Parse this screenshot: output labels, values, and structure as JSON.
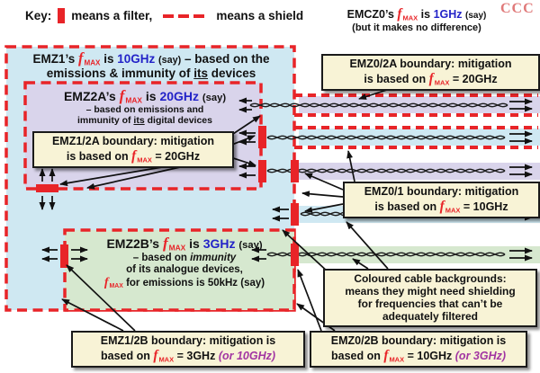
{
  "key": {
    "label": "Key:",
    "filter": "means a filter,",
    "shield": "means a shield"
  },
  "emcz0": {
    "name": "EMCZ0’s",
    "f": "f",
    "fsub": "MAX",
    "is": "is",
    "freq": "1GHz",
    "say": "(say)",
    "note": "(but it makes no difference)"
  },
  "logo": "CCC",
  "zones": {
    "emz1": {
      "name": "EMZ1’s",
      "f": "f",
      "fsub": "MAX",
      "is": "is",
      "freq": "10GHz",
      "say": "(say)",
      "tail": "– based on the",
      "l2a": "emissions & immunity of",
      "its": "its",
      "l2b": "devices"
    },
    "emz2a": {
      "name": "EMZ2A’s",
      "f": "f",
      "fsub": "MAX",
      "is": "is",
      "freq": "20GHz",
      "say": "(say)",
      "l2": "– based on emissions and",
      "l3a": "immunity of",
      "its": "its",
      "l3b": "digital devices"
    },
    "emz2b": {
      "name": "EMZ2B’s",
      "f": "f",
      "fsub": "MAX",
      "is": "is",
      "freq": "3GHz",
      "say": "(say)",
      "l2a": "– based on",
      "imm": "immunity",
      "l3": "of its analogue devices,",
      "l4f": "f",
      "l4sub": "MAX",
      "l4": "for emissions is 50kHz (say)"
    }
  },
  "labels": {
    "emz0_2a": {
      "l1": "EMZ0/2A boundary: mitigation",
      "l2a": "is based on",
      "f": "f",
      "fsub": "MAX",
      "l2b": "= 20GHz"
    },
    "emz1_2a": {
      "l1": "EMZ1/2A boundary: mitigation",
      "l2a": "is based on",
      "f": "f",
      "fsub": "MAX",
      "l2b": "= 20GHz"
    },
    "emz0_1": {
      "l1": "EMZ0/1 boundary: mitigation",
      "l2a": "is based on",
      "f": "f",
      "fsub": "MAX",
      "l2b": "= 10GHz"
    },
    "coloured": {
      "l1": "Coloured cable backgrounds:",
      "l2": "means they might need shielding",
      "l3": "for frequencies that can’t be",
      "l4": "adequately filtered"
    },
    "emz1_2b": {
      "l1": "EMZ1/2B boundary: mitigation is",
      "l2a": "based on",
      "f": "f",
      "fsub": "MAX",
      "l2b": "= 3GHz",
      "alt": "(or 10GHz)"
    },
    "emz0_2b": {
      "l1": "EMZ0/2B boundary: mitigation is",
      "l2a": "based on",
      "f": "f",
      "fsub": "MAX",
      "l2b": "= 10GHz",
      "alt": "(or 3GHz)"
    }
  },
  "colors": {
    "red": "#e82428",
    "blue": "#2323c8",
    "purple": "#a235a2",
    "zone1_bg": "#cfe8f2",
    "zone2a_bg": "#d9d4eb",
    "zone2b_bg": "#d6e8cf",
    "cream": "#f8f3d6",
    "logo_pink": "#e07a7a",
    "ink": "#111111"
  }
}
